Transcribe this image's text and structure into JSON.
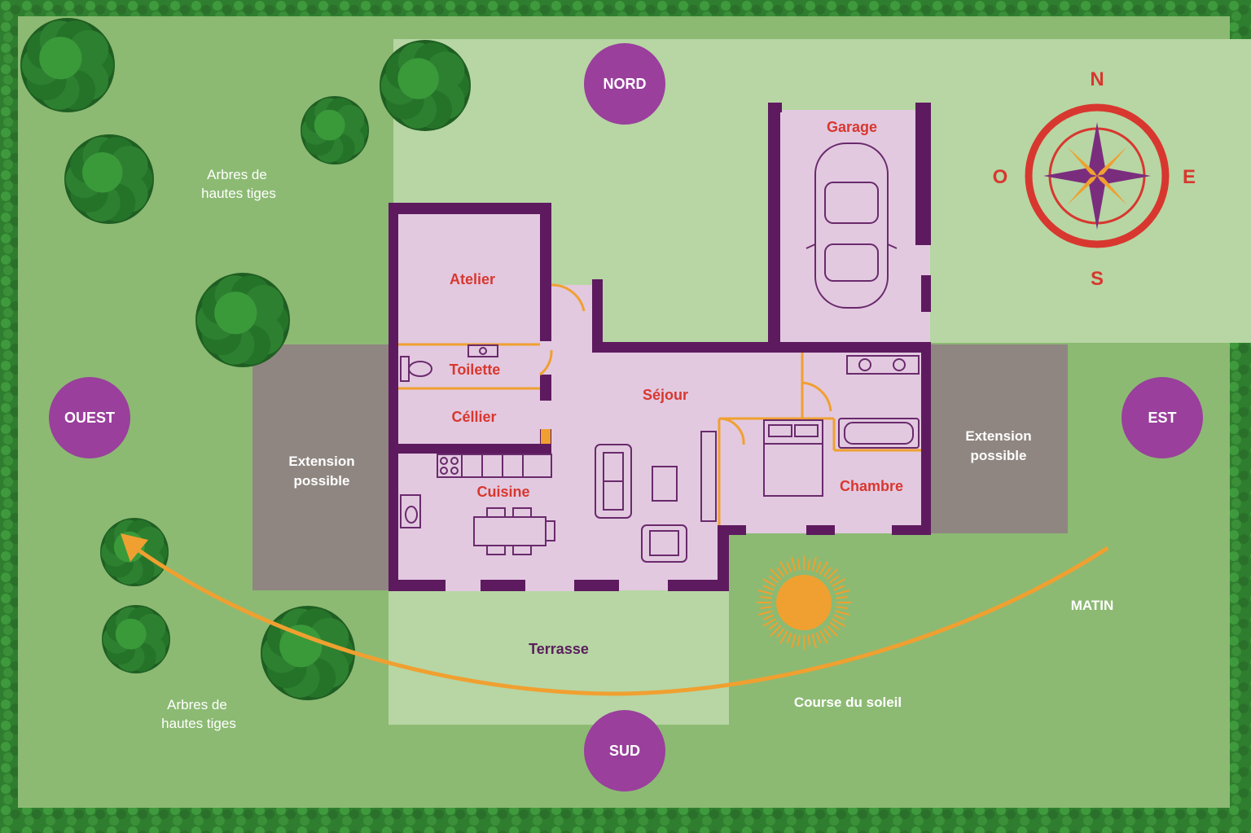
{
  "colors": {
    "border_hedge": "#2f7d2f",
    "lawn": "#8cba73",
    "light_lawn": "#b7d6a4",
    "extension": "#8f8681",
    "house_floor": "#e2c9e0",
    "wall": "#5e1a5f",
    "accent_orange": "#f0a030",
    "room_label": "#d8372f",
    "direction_circle": "#9a3f9c",
    "compass": "#d8372f"
  },
  "compass": {
    "north": "N",
    "south": "S",
    "east": "E",
    "west": "O"
  },
  "directions": {
    "nord": "NORD",
    "sud": "SUD",
    "est": "EST",
    "ouest": "OUEST"
  },
  "rooms": {
    "garage": "Garage",
    "atelier": "Atelier",
    "toilette": "Toilette",
    "cellier": "Céllier",
    "sejour": "Séjour",
    "cuisine": "Cuisine",
    "chambre": "Chambre",
    "terrasse": "Terrasse"
  },
  "extensions": {
    "west": [
      "Extension",
      "possible"
    ],
    "east": [
      "Extension",
      "possible"
    ]
  },
  "trees_top": [
    "Arbres de",
    "hautes tiges"
  ],
  "trees_bottom": [
    "Arbres de",
    "hautes tiges"
  ],
  "sun": {
    "morning": "MATIN",
    "course": "Course du soleil"
  },
  "icons": [
    "tree-icon",
    "car-icon",
    "sun-icon",
    "compass-rose-icon",
    "sofa-icon",
    "armchair-icon",
    "bed-icon",
    "bathtub-icon",
    "dining-table-icon",
    "stove-icon",
    "sink-icon",
    "toilet-icon"
  ]
}
